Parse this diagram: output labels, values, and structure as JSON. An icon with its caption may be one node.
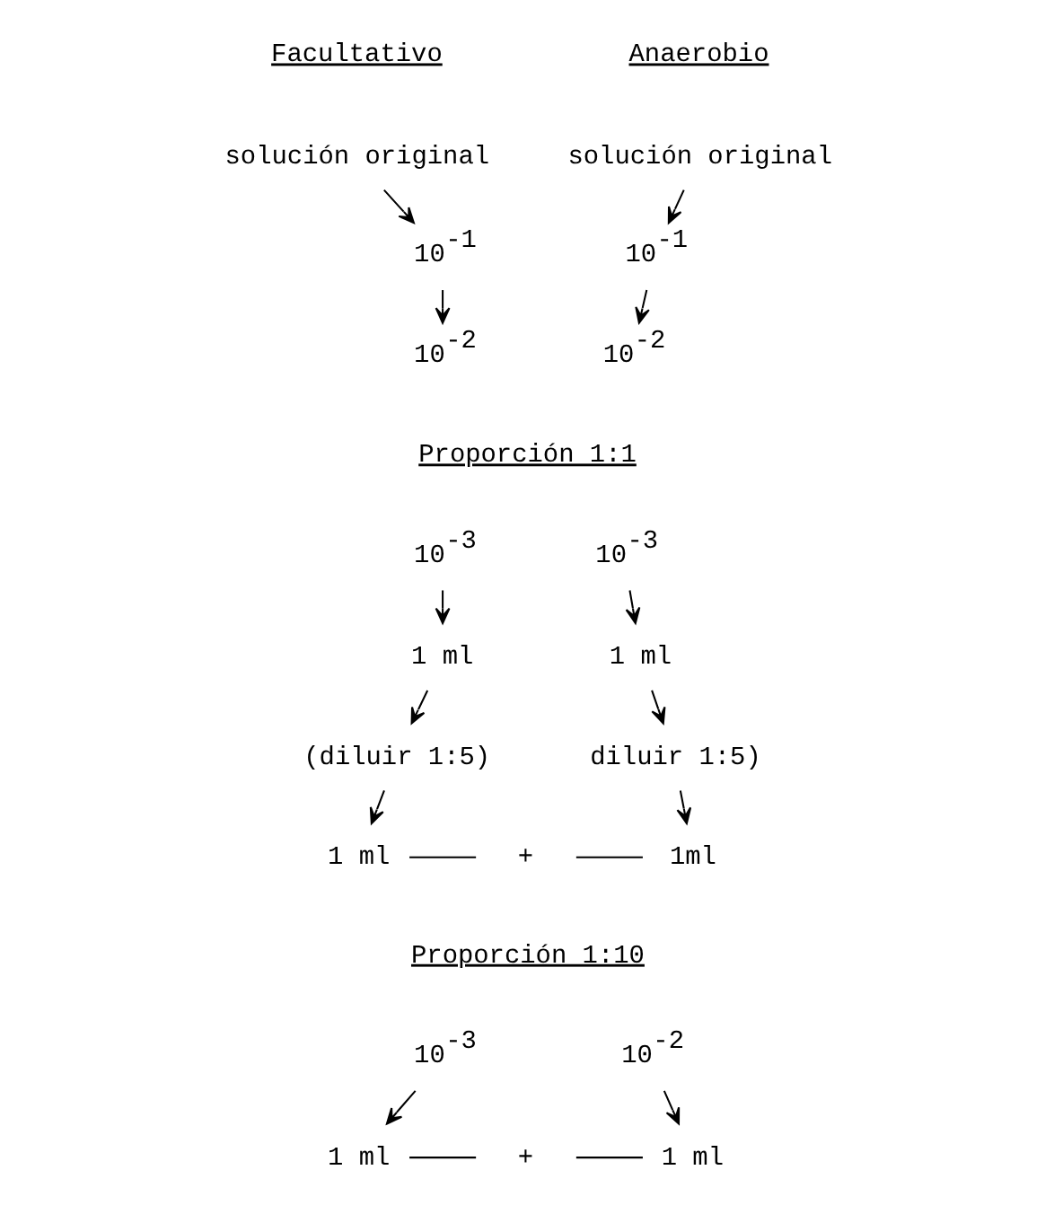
{
  "diagram": {
    "nodes": [
      {
        "text": [
          "solución original"
        ]
      },
      {
        "text": [
          "10$^{-1}$"
        ]
      },
      {
        "text": [
          "10$^{-2}$"
        ]
      },
      {
        "text": [
          "solución original"
        ]
      },
      {
        "text": [
          "10$^{-1}$"
        ]
      },
      {
        "text": [
          "10$^{-2}$"
        ]
      },
      {
        "text": [
          "10$^{-3}$"
        ]
      },
      {
        "text": [
          "1 ml"
        ]
      },
      {
        "text": [
          "(diluir 1:5)"
        ]
      },
      {
        "text": [
          "1 ml"
        ]
      },
      {
        "text": [
          "10$^{-3}$"
        ]
      },
      {
        "text": [
          "1 ml"
        ]
      },
      {
        "text": [
          "diluir 1:5)"
        ]
      },
      {
        "text": [
          "1ml"
        ]
      },
      {
        "text": [
          "+"
        ]
      },
      {
        "text": [
          "10$^{-3}$"
        ]
      },
      {
        "text": [
          "1 ml"
        ]
      },
      {
        "text": [
          "10$^{-2}$"
        ]
      },
      {
        "text": [
          "1 ml"
        ]
      },
      {
        "text": [
          "+"
        ]
      }
    ],
    "edges": [
      {
        "from": 0,
        "to": 1,
        "arrow": "to"
      },
      {
        "from": 1,
        "to": 2,
        "arrow": "to"
      },
      {
        "from": 3,
        "to": 4,
        "arrow": "to"
      },
      {
        "from": 4,
        "to": 5,
        "arrow": "to"
      },
      {
        "from": 6,
        "to": 7,
        "arrow": "to"
      },
      {
        "from": 7,
        "to": 8,
        "arrow": "to"
      },
      {
        "from": 8,
        "to": 9,
        "arrow": "to"
      },
      {
        "from": 10,
        "to": 11,
        "arrow": "to"
      },
      {
        "from": 11,
        "to": 12,
        "arrow": "to"
      },
      {
        "from": 12,
        "to": 13,
        "arrow": "to"
      },
      {
        "from": 9,
        "to": 14,
        "arrow": "none"
      },
      {
        "from": 14,
        "to": 13,
        "arrow": "none"
      },
      {
        "from": 15,
        "to": 16,
        "arrow": "to"
      },
      {
        "from": 17,
        "to": 18,
        "arrow": "to"
      },
      {
        "from": 16,
        "to": 19,
        "arrow": "none"
      },
      {
        "from": 19,
        "to": 18,
        "arrow": "none"
      }
    ],
    "labels": [
      "Facultativo",
      "Anaerobio",
      "Proporción 1:1",
      "Proporción 1:10"
    ]
  }
}
